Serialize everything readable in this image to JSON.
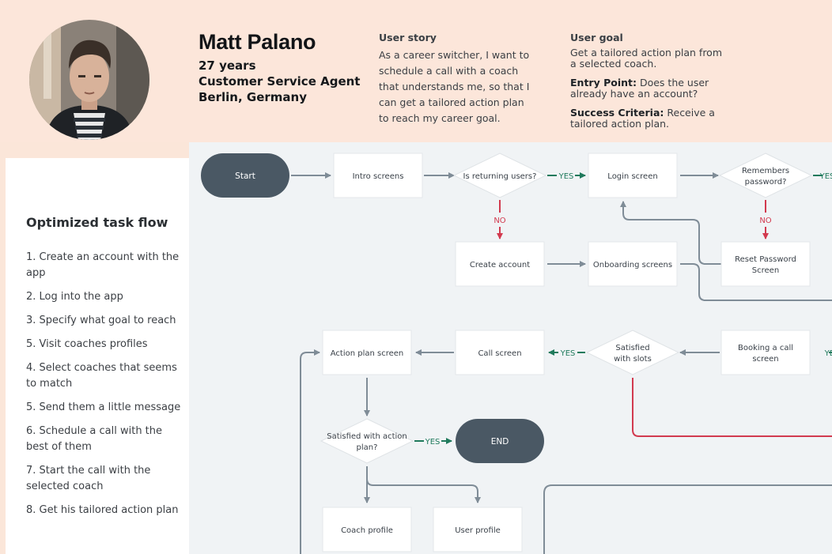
{
  "persona": {
    "name": "Matt Palano",
    "age": "27 years",
    "job": "Customer Service Agent",
    "location": "Berlin, Germany"
  },
  "user_story": {
    "title": "User story",
    "lines": [
      "As a career switcher, I want to",
      "schedule a call with a coach",
      "that understands me, so that I",
      "can get a tailored action plan",
      "to reach my career goal."
    ]
  },
  "user_goal": {
    "title": "User goal",
    "goal_lines": [
      "Get a tailored action plan from",
      "a selected coach."
    ],
    "entry_label": "Entry Point:",
    "entry_first": "Does the user",
    "entry_second": "already have an account?",
    "success_label": "Success Criteria:",
    "success_first": "Receive a",
    "success_second": "tailored action plan."
  },
  "task_flow": {
    "title": "Optimized task flow",
    "steps": [
      "1. Create an account with the app",
      "2. Log into the app",
      "3. Specify what goal to reach",
      "5. Visit coaches profiles",
      "4. Select coaches that seems to match",
      "5. Send them a little message",
      "6. Schedule a call with the best of them",
      "7.  Start the call with the selected coach",
      "8. Get his tailored action plan"
    ]
  },
  "flowchart": {
    "nodes": {
      "start": "Start",
      "intro": "Intro screens",
      "returning": "Is returning users?",
      "login": "Login screen",
      "remembers_1": "Remembers",
      "remembers_2": "password?",
      "create_account": "Create account",
      "onboarding": "Onboarding screens",
      "reset_1": "Reset Password",
      "reset_2": "Screen",
      "action_plan": "Action plan screen",
      "call_screen": "Call screen",
      "slots_1": "Satisfied",
      "slots_2": "with slots",
      "booking_1": "Booking a call",
      "booking_2": "screen",
      "satisfied_plan_1": "Satisfied with action",
      "satisfied_plan_2": "plan?",
      "end": "END",
      "coach_profile": "Coach profile",
      "user_profile": "User profile"
    },
    "labels": {
      "yes": "YES",
      "no": "NO"
    },
    "colors": {
      "arrow": "#7f8c97",
      "yes": "#1f7a5c",
      "no": "#d23a4f",
      "terminal": "#4a5864"
    }
  }
}
